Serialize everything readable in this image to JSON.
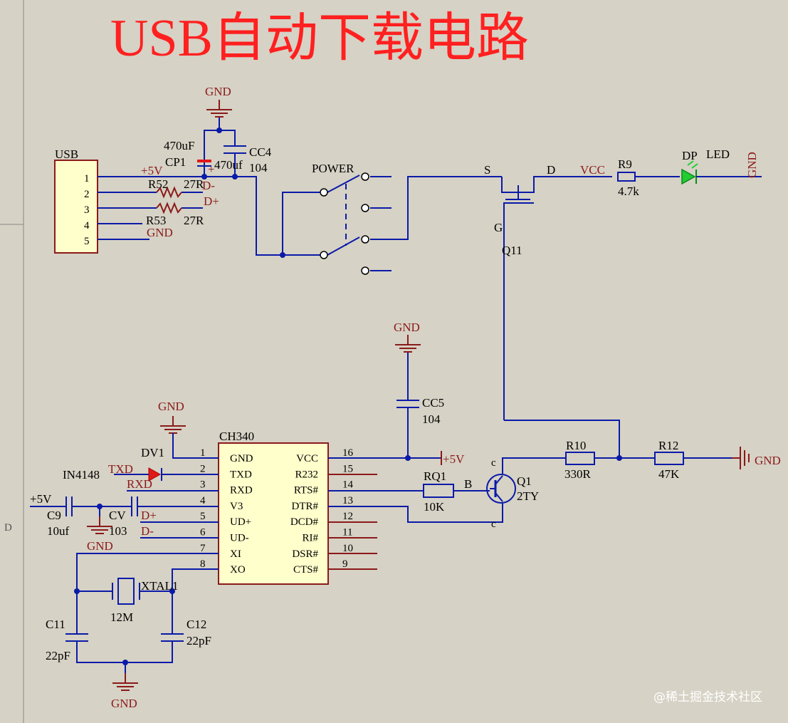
{
  "title": "USB自动下载电路",
  "colors": {
    "wire": "#0a1aa8",
    "power": "#8b1a1a",
    "title": "#ff2020",
    "component_fill": "#ffffcc",
    "led": "#22cc33",
    "diode": "#e01818"
  },
  "side_marker": "D",
  "watermark": "@稀土掘金技术社区",
  "usb": {
    "label": "USB",
    "pins": [
      "1",
      "2",
      "3",
      "4",
      "5"
    ]
  },
  "nets": {
    "gnd": "GND",
    "plus5v": "+5V",
    "plus5v_b": "+5V",
    "d_plus": "D+",
    "d_minus": "D-",
    "vcc": "VCC",
    "txd": "TXD",
    "rxd": "RXD",
    "ud_plus": "D+",
    "ud_minus": "D-"
  },
  "components": {
    "cp1": {
      "ref": "CP1",
      "value_top": "470uF",
      "value_bot": "470uf"
    },
    "cc4": {
      "ref": "CC4",
      "value": "104"
    },
    "r52": {
      "ref": "R52",
      "value": "27R"
    },
    "r53": {
      "ref": "R53",
      "value": "27R"
    },
    "power": {
      "ref": "POWER"
    },
    "q11": {
      "ref": "Q11",
      "s": "S",
      "d": "D",
      "g": "G"
    },
    "r9": {
      "ref": "R9",
      "value": "4.7k"
    },
    "dp": {
      "ref": "DP",
      "value": "LED"
    },
    "cc5": {
      "ref": "CC5",
      "value": "104"
    },
    "dv1": {
      "ref": "DV1",
      "value": "IN4148"
    },
    "c9": {
      "ref": "C9",
      "value": "10uf"
    },
    "cv": {
      "ref": "CV",
      "value": "103"
    },
    "xtal": {
      "ref": "XTAL1",
      "value": "12M"
    },
    "c11": {
      "ref": "C11",
      "value": "22pF"
    },
    "c12": {
      "ref": "C12",
      "value": "22pF"
    },
    "rq1": {
      "ref": "RQ1",
      "value": "10K"
    },
    "q1": {
      "ref": "Q1",
      "value": "2TY",
      "b": "B",
      "c": "c",
      "e": "c"
    },
    "r10": {
      "ref": "R10",
      "value": "330R"
    },
    "r12": {
      "ref": "R12",
      "value": "47K"
    }
  },
  "ch340": {
    "ref": "CH340",
    "left_pins": [
      {
        "num": "1",
        "name": "GND"
      },
      {
        "num": "2",
        "name": "TXD"
      },
      {
        "num": "3",
        "name": "RXD"
      },
      {
        "num": "4",
        "name": "V3"
      },
      {
        "num": "5",
        "name": "UD+"
      },
      {
        "num": "6",
        "name": "UD-"
      },
      {
        "num": "7",
        "name": "XI"
      },
      {
        "num": "8",
        "name": "XO"
      }
    ],
    "right_pins": [
      {
        "num": "16",
        "name": "VCC"
      },
      {
        "num": "15",
        "name": "R232"
      },
      {
        "num": "14",
        "name": "RTS#"
      },
      {
        "num": "13",
        "name": "DTR#"
      },
      {
        "num": "12",
        "name": "DCD#"
      },
      {
        "num": "11",
        "name": "RI#"
      },
      {
        "num": "10",
        "name": "DSR#"
      },
      {
        "num": "9",
        "name": "CTS#"
      }
    ]
  }
}
